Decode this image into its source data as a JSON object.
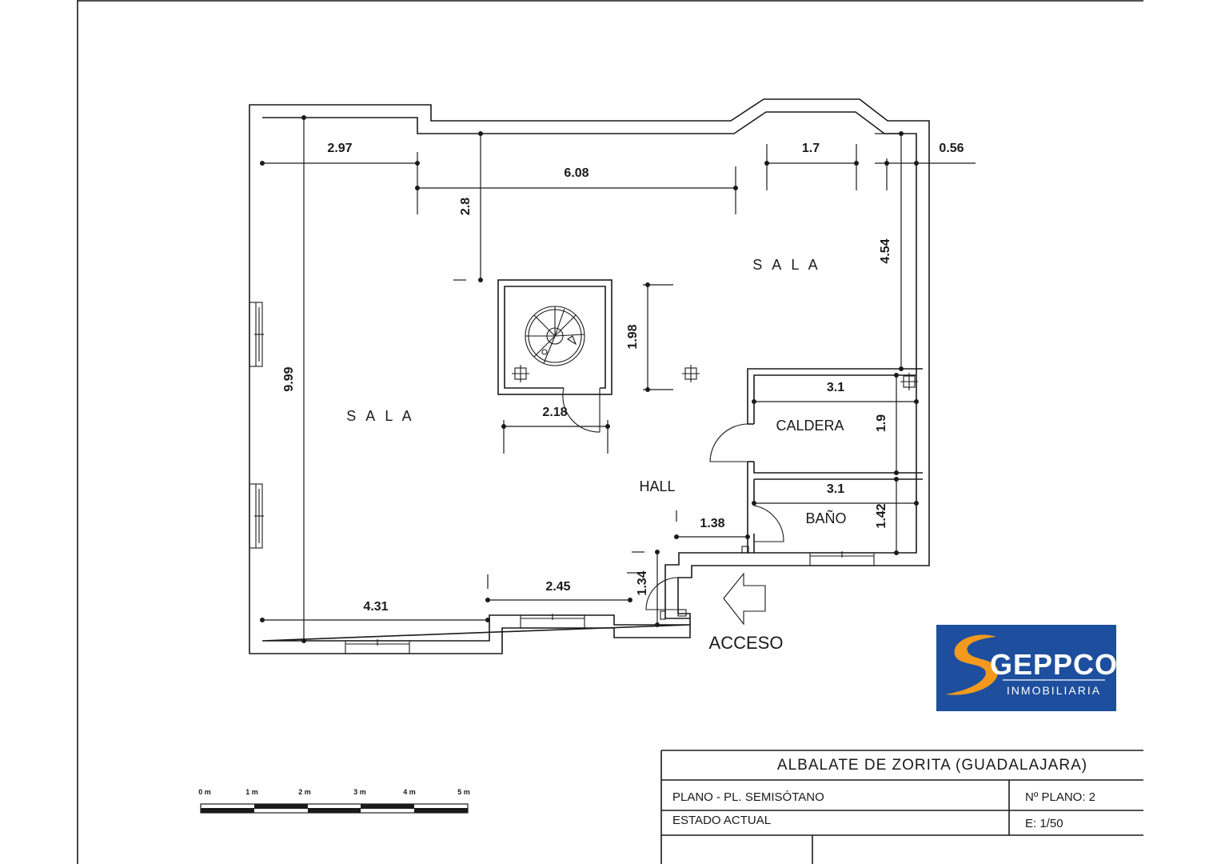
{
  "rooms": {
    "sala_left": "S A L A",
    "sala_right": "S A L A",
    "caldera": "CALDERA",
    "bano": "BAÑO",
    "hall": "HALL"
  },
  "access_label": "ACCESO",
  "dimensions": {
    "d_297": "2.97",
    "d_608": "6.08",
    "d_17": "1.7",
    "d_056": "0.56",
    "d_28": "2.8",
    "d_454": "4.54",
    "d_999": "9.99",
    "d_198": "1.98",
    "d_218": "2.18",
    "d_31a": "3.1",
    "d_19": "1.9",
    "d_31b": "3.1",
    "d_142": "1.42",
    "d_138": "1.38",
    "d_245": "2.45",
    "d_134": "1.34",
    "d_431": "4.31"
  },
  "scale_bar": {
    "labels": [
      "0 m",
      "1 m",
      "2 m",
      "3 m",
      "4 m",
      "5 m"
    ]
  },
  "logo": {
    "name": "GEPPCO",
    "subtitle": "INMOBILIARIA",
    "bg_color": "#1d4f9e",
    "accent_color": "#f39a1e"
  },
  "title_block": {
    "location": "ALBALATE  DE  ZORITA  (GUADALAJARA)",
    "plan_label": "PLANO  -  PL.  SEMISÓTANO",
    "plan_number": "Nº PLANO:  2",
    "state": "ESTADO  ACTUAL",
    "scale": "E: 1/50"
  }
}
